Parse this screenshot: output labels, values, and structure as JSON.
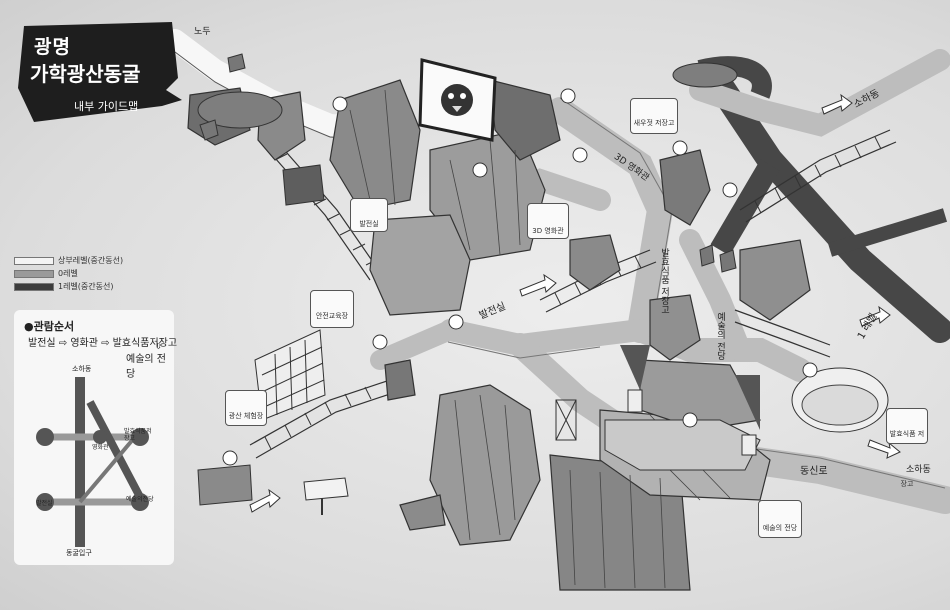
{
  "title": {
    "main_line1": "광명",
    "main_line2": "가학광산동굴",
    "subtitle": "내부 가이드맵"
  },
  "legend": [
    {
      "label": "상부레벨(중간동선)",
      "color": "#f4f4f4"
    },
    {
      "label": "0레벨",
      "color": "#9a9a9a"
    },
    {
      "label": "1레벨(중간동선)",
      "color": "#3c3c3c"
    }
  ],
  "tour_order": {
    "heading": "●관람순서",
    "line1": "발전실 ⇨ 영화관 ⇨ 발효식품저장고",
    "arrow": "⇩",
    "line2": "예술의 전당",
    "mini_map": {
      "top": "소하동",
      "bottom": "동굴입구",
      "right_upper": "발효식품저장고",
      "right_lower": "예술의전당",
      "middle": "영화관",
      "left_lower": "발전실"
    }
  },
  "map_labels": {
    "to_entrance": "노두",
    "to_soha_top": "소하동",
    "to_soha_right": "소하동",
    "power_room": "발전실",
    "power_room_path": "발전실",
    "cinema": "3D 영화관",
    "cinema_path": "3D 영화관",
    "storage_path": "발효식품 저장고",
    "art_hall_path": "예술의 전당",
    "level_one": "1 레벨",
    "dongsanro": "동신로",
    "art_hall_sign": "예술의 전당",
    "storage_sign": "발효식품 저장고",
    "fermented_sign": "새우젓 저장고",
    "safety_sign": "안전교육장",
    "mine_sign": "광산 체험장",
    "power_sign": "발전실",
    "cinema_sign": "3D 영화관"
  }
}
